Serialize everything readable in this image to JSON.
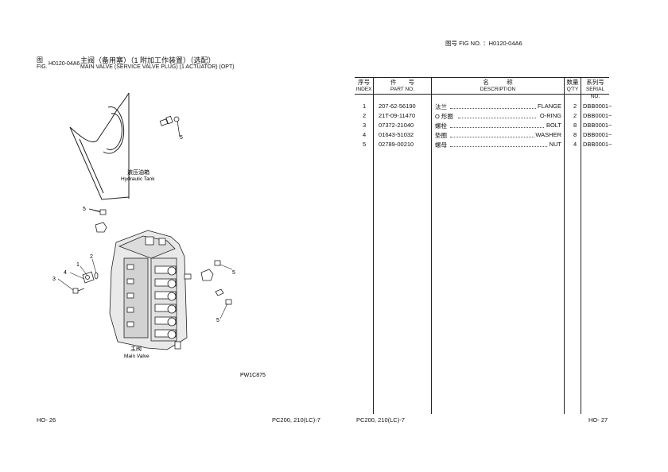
{
  "right_header": {
    "label": "图号 FIG NO. ：H0120-04A6"
  },
  "left_header": {
    "fig_zh": "图",
    "fig_en": "FIG.",
    "fig_no": "H0120-04A6",
    "title_zh": "主阀（备用塞）（1 附加工作装置）（选配）",
    "title_en": "MAIN VALVE (SERVICE VALVE PLUG) (1 ACTUATOR) (OPT)"
  },
  "diagram": {
    "hydraulic_tank_zh": "液压油箱",
    "hydraulic_tank_en": "Hydraulic Tank",
    "main_valve_zh": "主阀",
    "main_valve_en": "Main Valve",
    "callouts": [
      "5",
      "5",
      "1",
      "2",
      "4",
      "3",
      "5",
      "5"
    ],
    "drawing_code": "PW1C875"
  },
  "table": {
    "headers": {
      "index_zh": "序号",
      "index_en": "INDEX",
      "part_zh": "件　　号",
      "part_en": "PART NO.",
      "desc_zh": "名　　　称",
      "desc_en": "DESCRIPTION",
      "qty_zh": "数量",
      "qty_en": "Q'TY",
      "serial_zh": "系列号",
      "serial_en": "SERIAL NO."
    },
    "rows": [
      {
        "index": "1",
        "part_no": "207-62-56190",
        "desc_zh": "法兰",
        "desc_en": "FLANGE",
        "qty": "2",
        "serial": "DBB0001~"
      },
      {
        "index": "2",
        "part_no": "21T-09-11470",
        "desc_zh": "O 形圈",
        "desc_en": "O-RING",
        "qty": "2",
        "serial": "DBB0001~"
      },
      {
        "index": "3",
        "part_no": "07372-21040",
        "desc_zh": "螺栓",
        "desc_en": "BOLT",
        "qty": "8",
        "serial": "DBB0001~"
      },
      {
        "index": "4",
        "part_no": "01643-51032",
        "desc_zh": "垫圈",
        "desc_en": "WASHER",
        "qty": "8",
        "serial": "DBB0001~"
      },
      {
        "index": "5",
        "part_no": "02789-00210",
        "desc_zh": "螺母",
        "desc_en": "NUT",
        "qty": "4",
        "serial": "DBB0001~"
      }
    ]
  },
  "footer": {
    "left_page": "HO- 26",
    "left_model": "PC200, 210(LC)-7",
    "right_model": "PC200, 210(LC)-7",
    "right_page": "HO- 27"
  }
}
